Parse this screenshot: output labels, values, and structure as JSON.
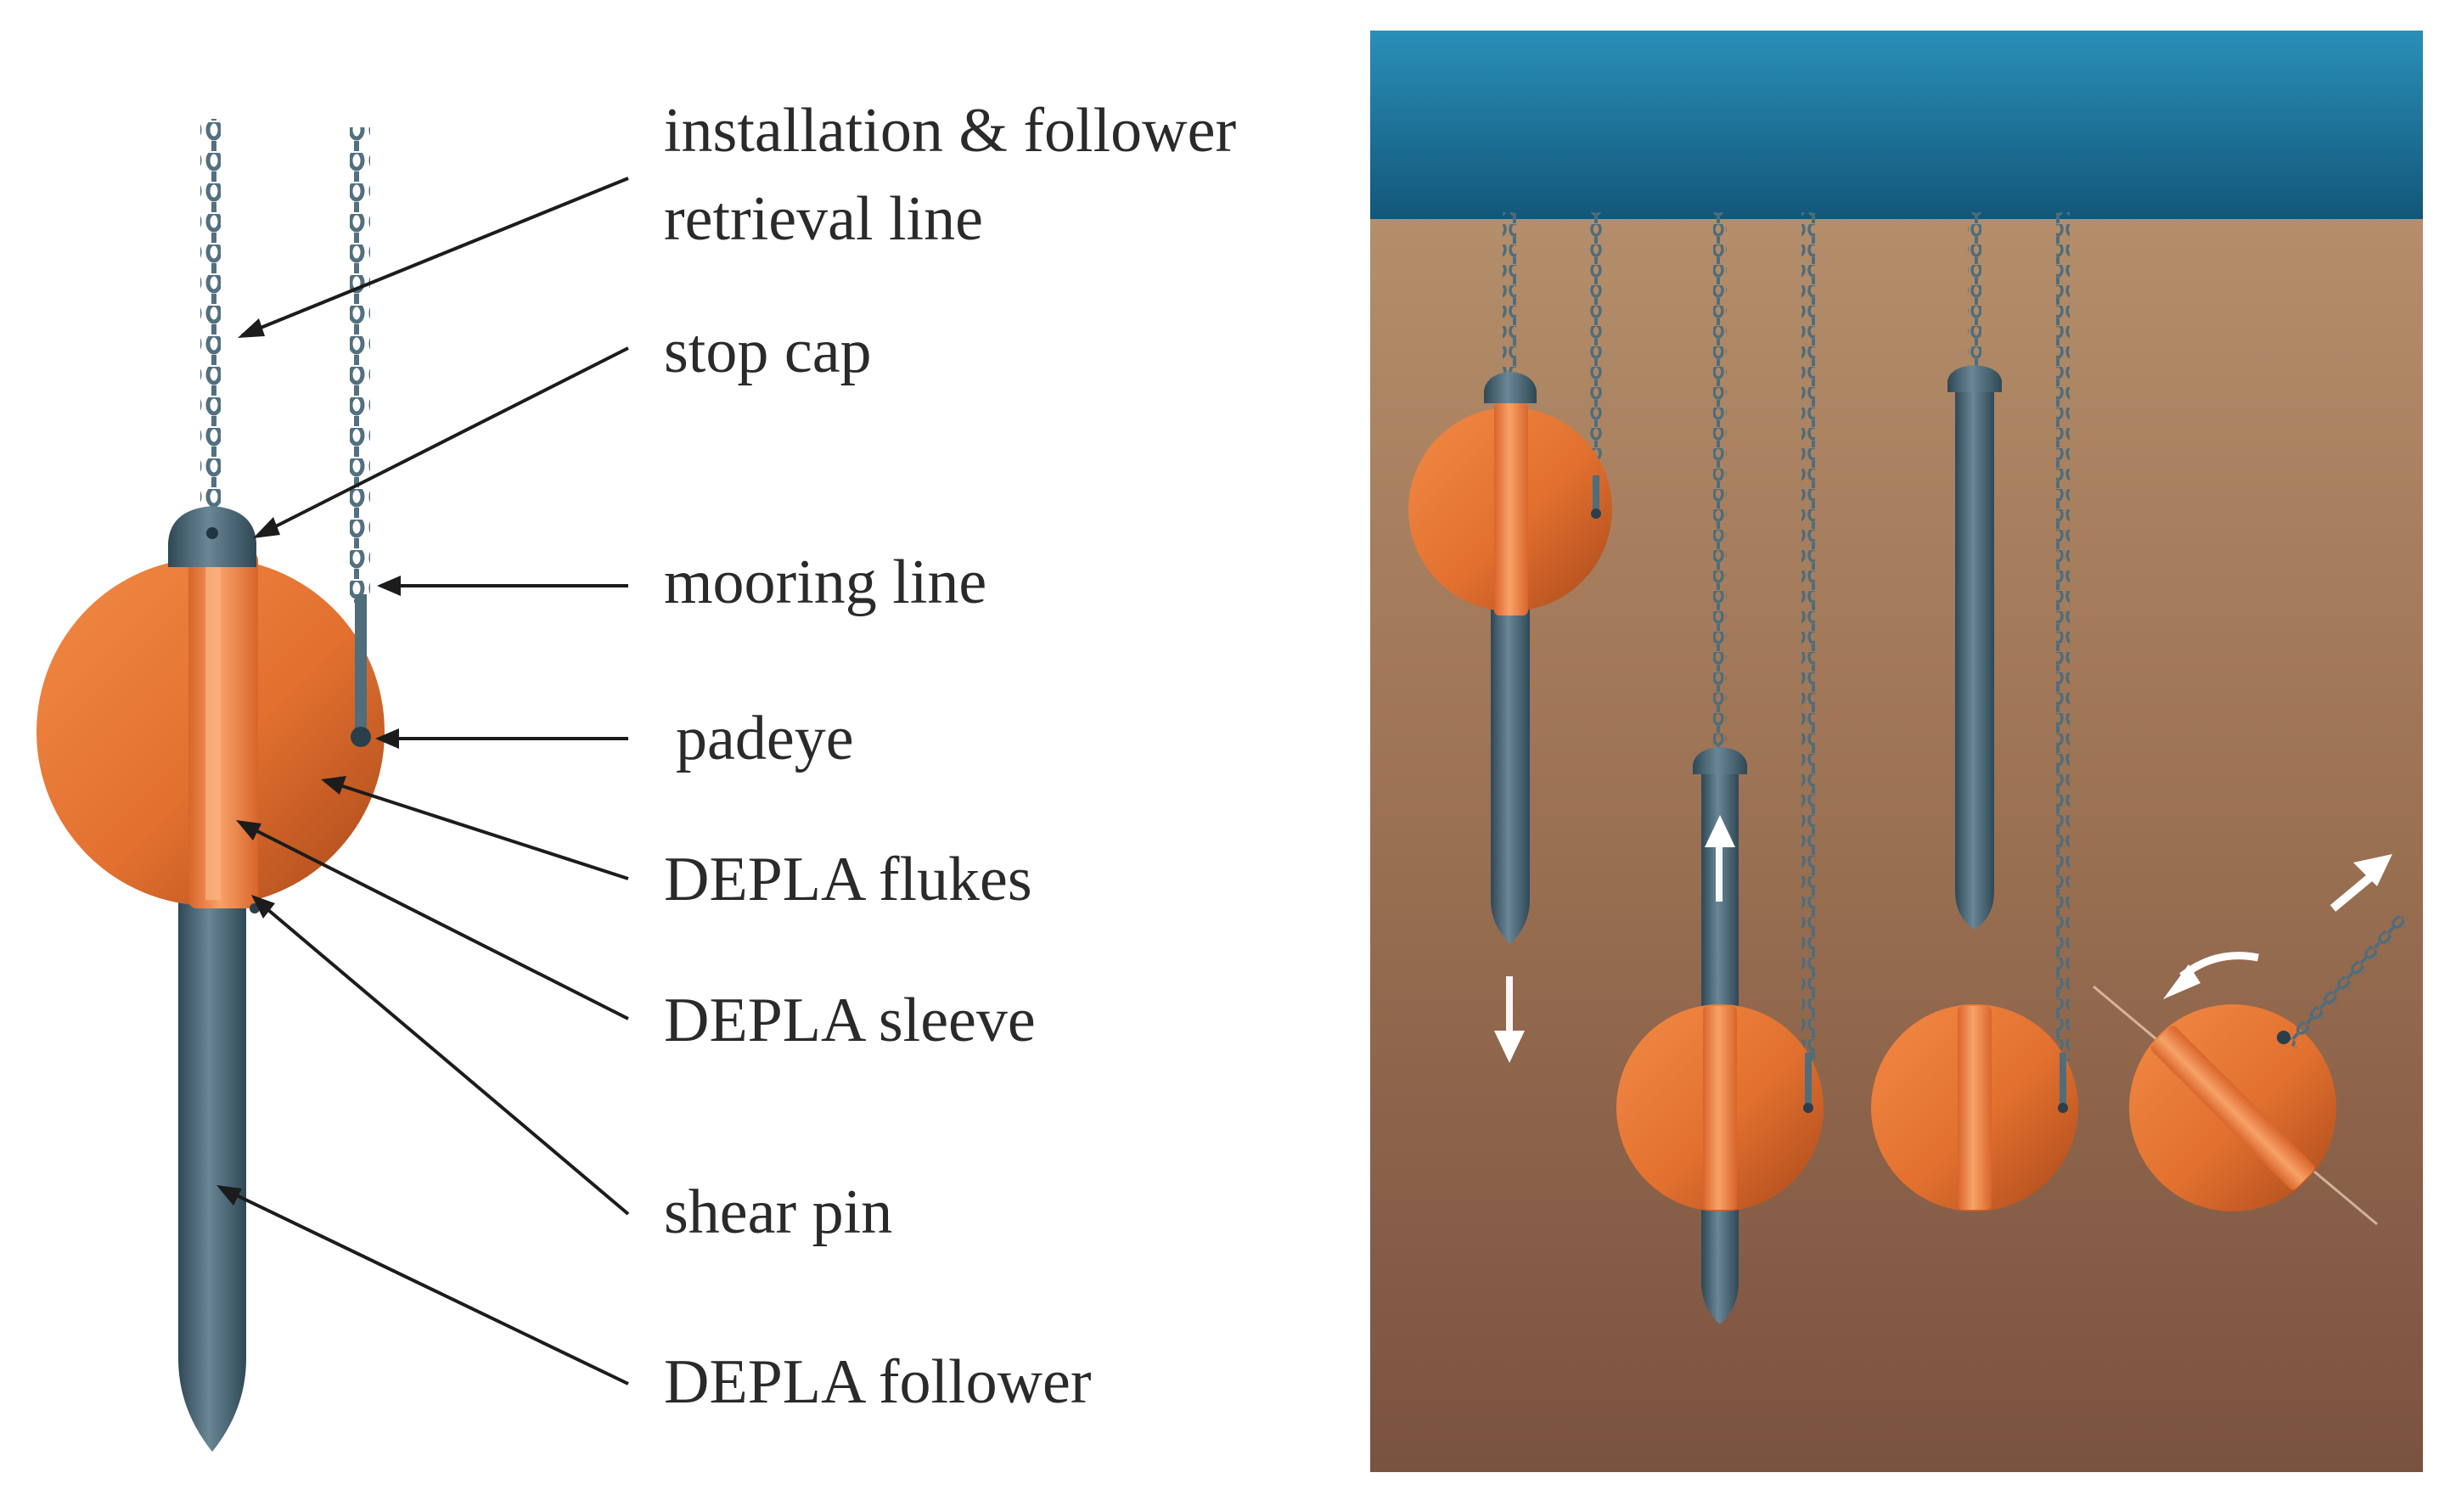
{
  "labels": {
    "installation_line_1": "installation & follower",
    "installation_line_2": "retrieval line",
    "stop_cap": "stop cap",
    "mooring_line": "mooring line",
    "padeye": "padeye",
    "depla_flukes": "DEPLA flukes",
    "depla_sleeve": "DEPLA sleeve",
    "shear_pin": "shear pin",
    "depla_follower": "DEPLA follower"
  },
  "colors": {
    "water": "#1a6e95",
    "seabed_top": "#b58f6c",
    "seabed_bottom": "#7a5240",
    "fluke_orange": "#e97a3c",
    "fluke_dark": "#b85520",
    "steel": "#4f6d7b",
    "steel_dark": "#34505e",
    "arrow_white": "#ffffff"
  },
  "icons": {
    "installation_stages": [
      "penetration-down-arrow",
      "follower-retrieval-up-arrow",
      "follower-removed",
      "rotation-and-keying-arrows"
    ]
  }
}
